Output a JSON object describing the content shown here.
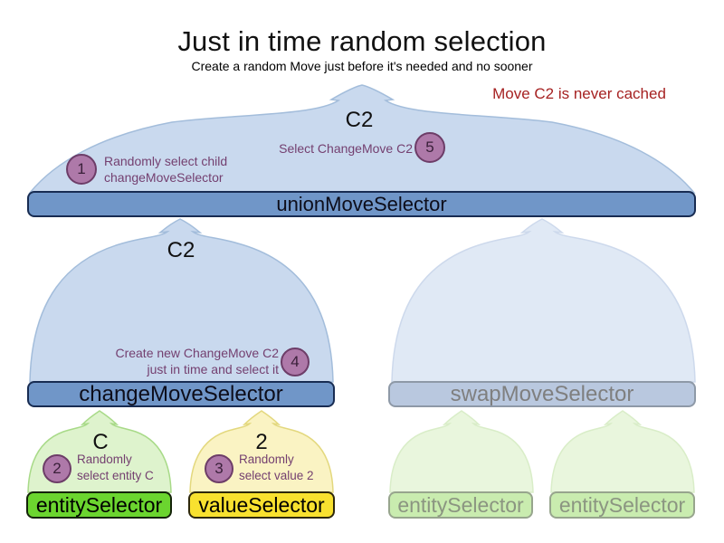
{
  "title": "Just in time random selection",
  "subtitle": "Create a random Move just before it's needed and no sooner",
  "note": "Move C2 is never cached",
  "union": {
    "output_label": "C2",
    "bar_label": "unionMoveSelector",
    "step1": {
      "num": "1",
      "line1": "Randomly select child",
      "line2": "changeMoveSelector"
    },
    "step5": {
      "num": "5",
      "label": "Select ChangeMove C2"
    }
  },
  "change": {
    "output_label": "C2",
    "bar_label": "changeMoveSelector",
    "step4": {
      "num": "4",
      "line1": "Create new ChangeMove C2",
      "line2": "just in time and select it"
    }
  },
  "swap": {
    "bar_label": "swapMoveSelector"
  },
  "entity": {
    "output_label": "C",
    "bar_label": "entitySelector",
    "step2": {
      "num": "2",
      "line1": "Randomly",
      "line2": "select entity C"
    }
  },
  "value": {
    "output_label": "2",
    "bar_label": "valueSelector",
    "step3": {
      "num": "3",
      "line1": "Randomly",
      "line2": "select value 2"
    }
  },
  "faded": {
    "entity1_label": "entitySelector",
    "entity2_label": "entitySelector"
  },
  "colors": {
    "note_red": "#a62222",
    "funnel_blue_fill": "#c9d9ee",
    "funnel_blue_stroke": "#a3bddb",
    "bar_blue_fill": "#7096c8",
    "bar_blue_border": "#182c52",
    "faded_funnel_fill": "#e0e9f5",
    "faded_bar_fill": "#b9c8df",
    "green_funnel_fill": "#def3cd",
    "green_bar_fill": "#6bd52f",
    "yellow_funnel_fill": "#faf3c3",
    "yellow_bar_fill": "#f8e12f",
    "faded_green_bar_fill": "#c9ecaf",
    "circle_fill": "#ae79a9",
    "circle_border": "#6d3d68",
    "annotation_purple": "#744070"
  }
}
